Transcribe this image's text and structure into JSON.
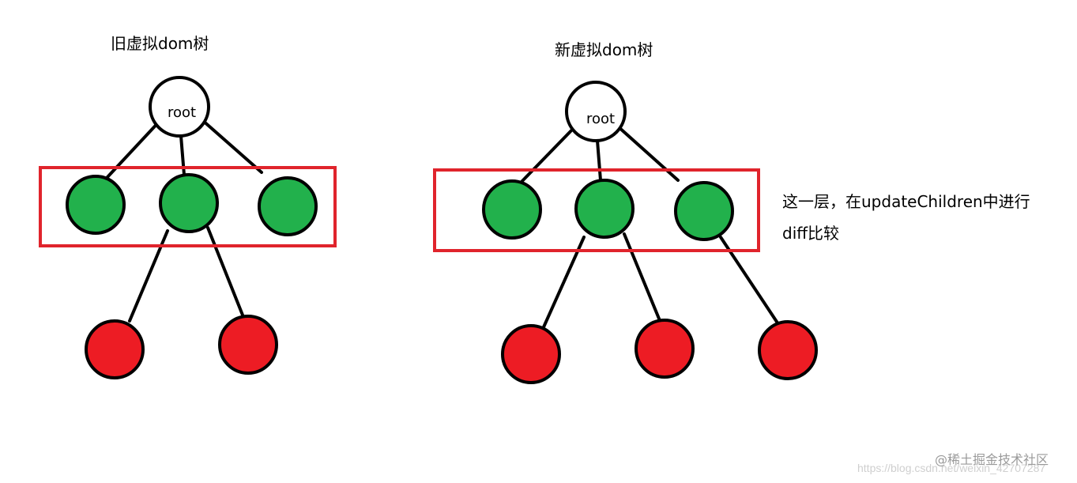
{
  "colors": {
    "root_fill": "#ffffff",
    "child_fill": "#22b14c",
    "grandchild_fill": "#ed1c24",
    "highlight_frame": "#e0242c",
    "stroke": "#000000"
  },
  "old_tree": {
    "title": "旧虚拟dom树",
    "root_label": "root"
  },
  "new_tree": {
    "title": "新虚拟dom树",
    "root_label": "root"
  },
  "annotation": {
    "line1": "这一层，在updateChildren中进行",
    "line2": "diff比较"
  },
  "watermark": {
    "url": "https://blog.csdn.net/weixin_42707287",
    "brand": "@稀土掘金技术社区"
  }
}
